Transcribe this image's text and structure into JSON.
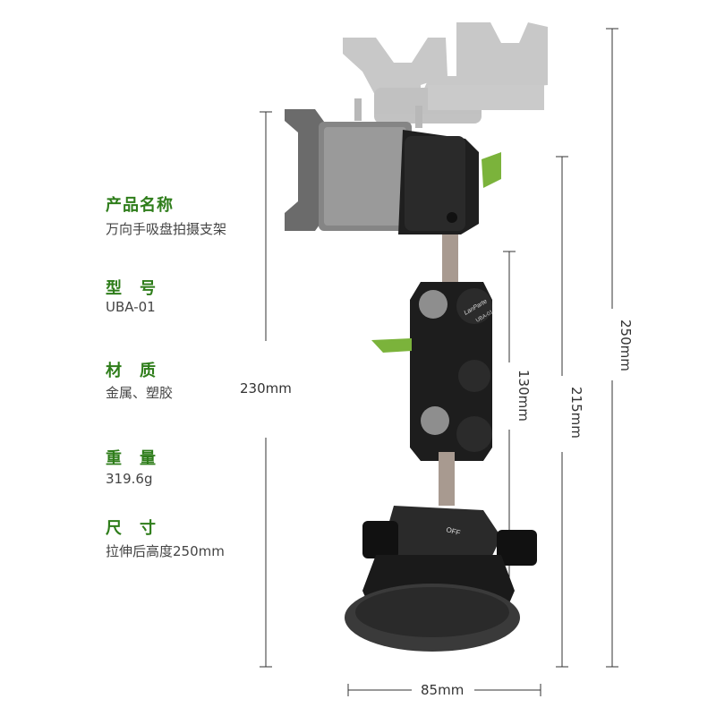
{
  "specs": [
    {
      "label": "产品名称",
      "value": "万向手吸盘拍摄支架"
    },
    {
      "label": "型　号",
      "value": "UBA-01"
    },
    {
      "label": "材　质",
      "value": "金属、塑胶"
    },
    {
      "label": "重　量",
      "value": "319.6g"
    },
    {
      "label": "尺　寸",
      "value": "拉伸后高度250mm"
    }
  ],
  "dimensions": {
    "width": "85mm",
    "height_holder": "230mm",
    "height_arm": "130mm",
    "height_mid": "215mm",
    "height_full": "250mm"
  },
  "product": {
    "brand": "LanParte",
    "model_mark": "UBA-01",
    "switch_label": "OFF"
  },
  "colors": {
    "label_green": "#2e7d1a",
    "accent_green": "#7bb33b",
    "metal_dark": "#1f1f1f"
  }
}
